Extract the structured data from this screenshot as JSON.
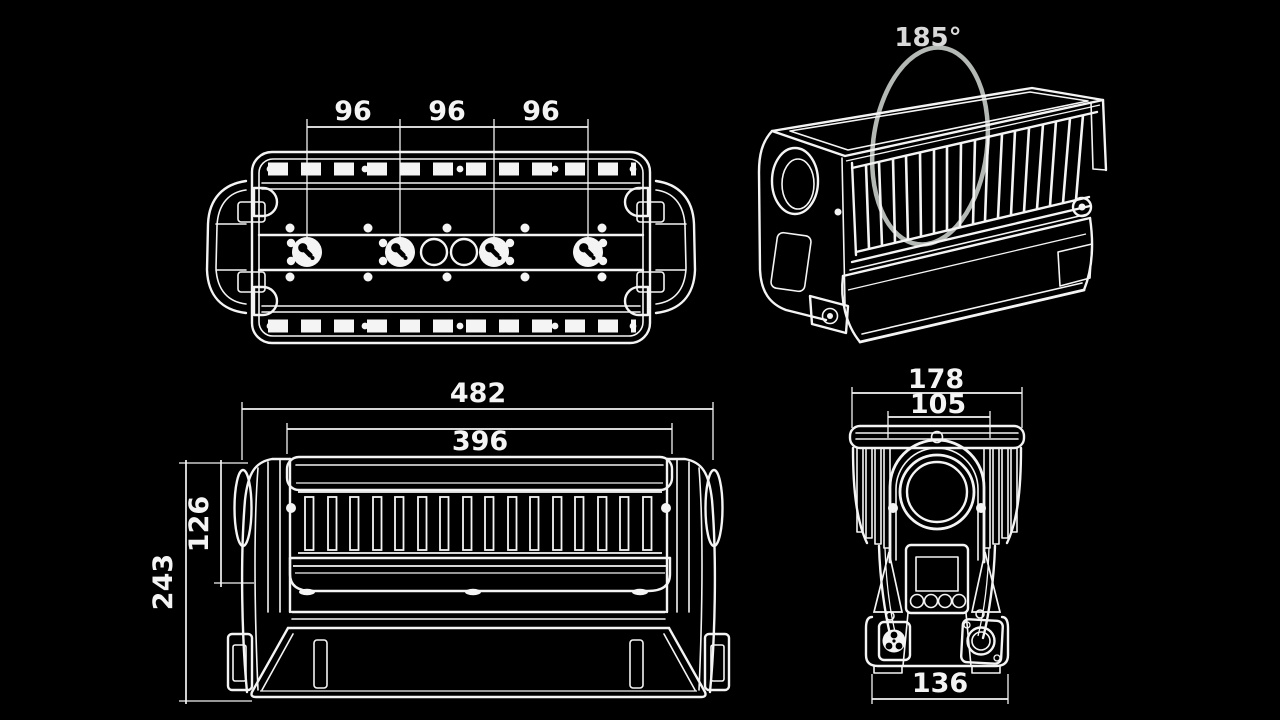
{
  "drawing": {
    "colors": {
      "bg": "#000000",
      "line": "#f4f4f4",
      "arc": "#b5b9b5",
      "angle": "#d9d9d9"
    },
    "views": {
      "top": {
        "hole_spacing_dims": [
          "96",
          "96",
          "96"
        ]
      },
      "perspective": {
        "tilt_angle": "185°"
      },
      "front": {
        "overall_width": "482",
        "bar_width": "396",
        "bar_height": "126",
        "overall_height": "243"
      },
      "side": {
        "head_width": "178",
        "lens_width": "105",
        "base_width": "136"
      }
    }
  }
}
